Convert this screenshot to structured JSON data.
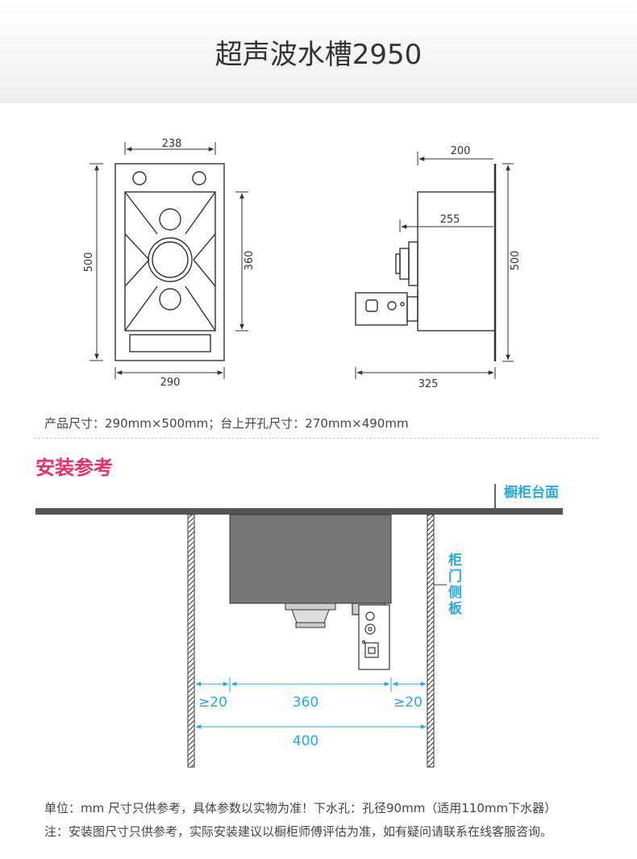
{
  "title": "超声波水槽2950",
  "top_view": {
    "width_top": "238",
    "height_outer": "500",
    "height_inner": "360",
    "width_bottom": "290"
  },
  "side_view": {
    "depth": "200",
    "drain_offset": "255",
    "height": "500",
    "total_depth": "325"
  },
  "spec_line": "产品尺寸：290mm×500mm；台上开孔尺寸：270mm×490mm",
  "section_title": "安装参考",
  "install": {
    "countertop_label": "橱柜台面",
    "side_panel_label": "柜门侧板",
    "gap_left": "≥20",
    "center_width": "360",
    "gap_right": "≥20",
    "total_width": "400"
  },
  "notes": [
    "单位：mm 尺寸只供参考，具体参数以实物为准！下水孔：孔径90mm（适用110mm下水器）",
    "注：安装图尺寸只供参考，实际安装建议以橱柜师傅评估为准，如有疑问请联系在线客服咨询。"
  ],
  "colors": {
    "accent": "#e8306a",
    "dimension_blue": "#29a9e0",
    "line": "#333333",
    "countertop": "#555555",
    "sink_fill": "#777777"
  }
}
